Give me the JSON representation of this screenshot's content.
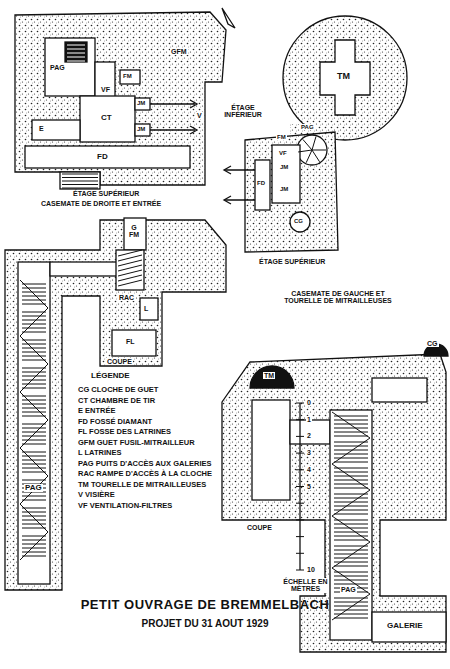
{
  "diagram": {
    "title": "PETIT OUVRAGE DE BREMMELBACH",
    "caption": "PROJET DU 31 AOUT 1929",
    "labels": [
      "CASEMATE DE DROITE ET ENTRÉE",
      "ÉTAGE SUPÉRIEUR",
      "PAG",
      "GFM",
      "VF",
      "FM",
      "CT",
      "JM",
      "JM",
      "E",
      "FD",
      "V",
      "TM",
      "ÉTAGE INFÉRIEUR",
      "PAG",
      "FM",
      "VF",
      "JM",
      "JM",
      "FD",
      "CG",
      "ÉTAGE SUPÉRIEUR",
      "CASEMATE DE GAUCHE ET TOURELLE DE MITRAILLEUSES",
      "G FM",
      "RAC",
      "L",
      "FL",
      "COUPE",
      "PAG",
      "LÉGENDE",
      "CG",
      "TM",
      "COUPE",
      "PAG",
      "GALERIE",
      "0",
      "1",
      "2",
      "3",
      "4",
      "5",
      "10",
      "ÉCHELLE EN MÈTRES"
    ],
    "legend": [
      {
        "text": "CG CLOCHE DE GUET"
      },
      {
        "text": "CT CHAMBRE DE TIR"
      },
      {
        "text": "E ENTRÉE"
      },
      {
        "text": "FD FOSSÉ DIAMANT"
      },
      {
        "text": "FL FOSSE DES LATRINES"
      },
      {
        "text": "GFM GUET FUSIL-MITRAILLEUR"
      },
      {
        "text": "L LATRINES"
      },
      {
        "text": "PAG PUITS D'ACCÈS AUX GALERIES"
      },
      {
        "text": "RAC RAMPE D'ACCÈS À LA CLOCHE"
      },
      {
        "text": "TM TOURELLE DE MITRAILLEUSES"
      },
      {
        "text": "V VISIÈRE"
      },
      {
        "text": "VF VENTILATION-FILTRES"
      }
    ]
  }
}
